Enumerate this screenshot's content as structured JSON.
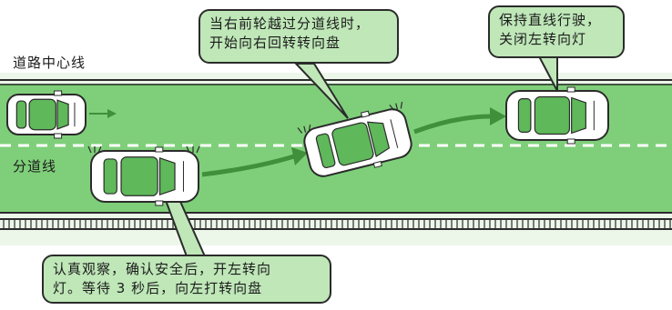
{
  "labels": {
    "center_line": "道路中心线",
    "lane_line": "分道线"
  },
  "callouts": {
    "top_middle": [
      "当右前轮越过分道线时，",
      "开始向右回转转向盘"
    ],
    "top_right": [
      "保持直线行驶，",
      "关闭左转向灯"
    ],
    "bottom_left": [
      "认真观察，确认安全后，开左转向",
      "灯。等待 3 秒后，向左打转向盘"
    ]
  },
  "colors": {
    "road": "#7fcf7a",
    "road_dark": "#5fb85a",
    "verge": "#ecf7ea",
    "arrow": "#3f8f3b",
    "callout": "#bfe7b8",
    "car_body": "#ffffff",
    "car_glass": "#5fb85a",
    "outline": "#2b2b2b"
  }
}
